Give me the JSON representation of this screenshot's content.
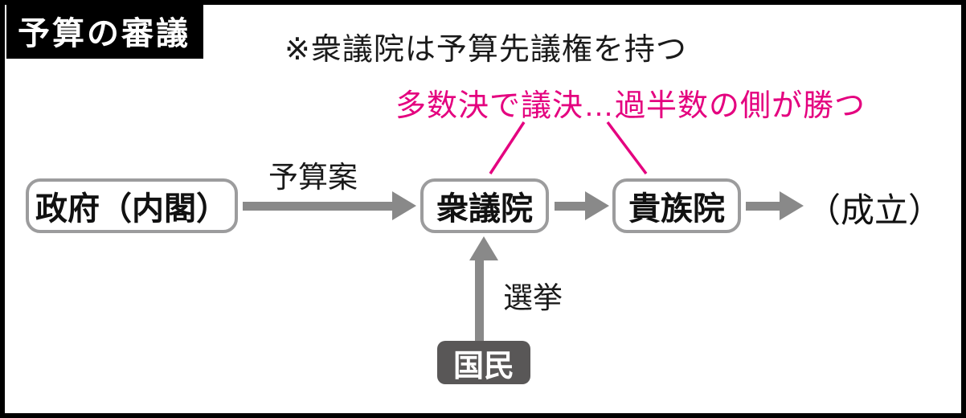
{
  "header": {
    "title": "予算の審議",
    "note": "※衆議院は予算先議権を持つ"
  },
  "annotation": {
    "majority_rule": "多数決で議決…過半数の側が勝つ"
  },
  "flow": {
    "government": "政府（内閣）",
    "budget_bill_label": "予算案",
    "house_of_representatives": "衆議院",
    "house_of_peers": "貴族院",
    "enacted": "（成立）",
    "election_label": "選挙",
    "the_people": "国民"
  },
  "colors": {
    "accent_pink": "#e4007f",
    "arrow_gray": "#898989",
    "node_border_gray": "#9c9c9d",
    "people_node_bg": "#595757",
    "title_bg": "#000000"
  }
}
